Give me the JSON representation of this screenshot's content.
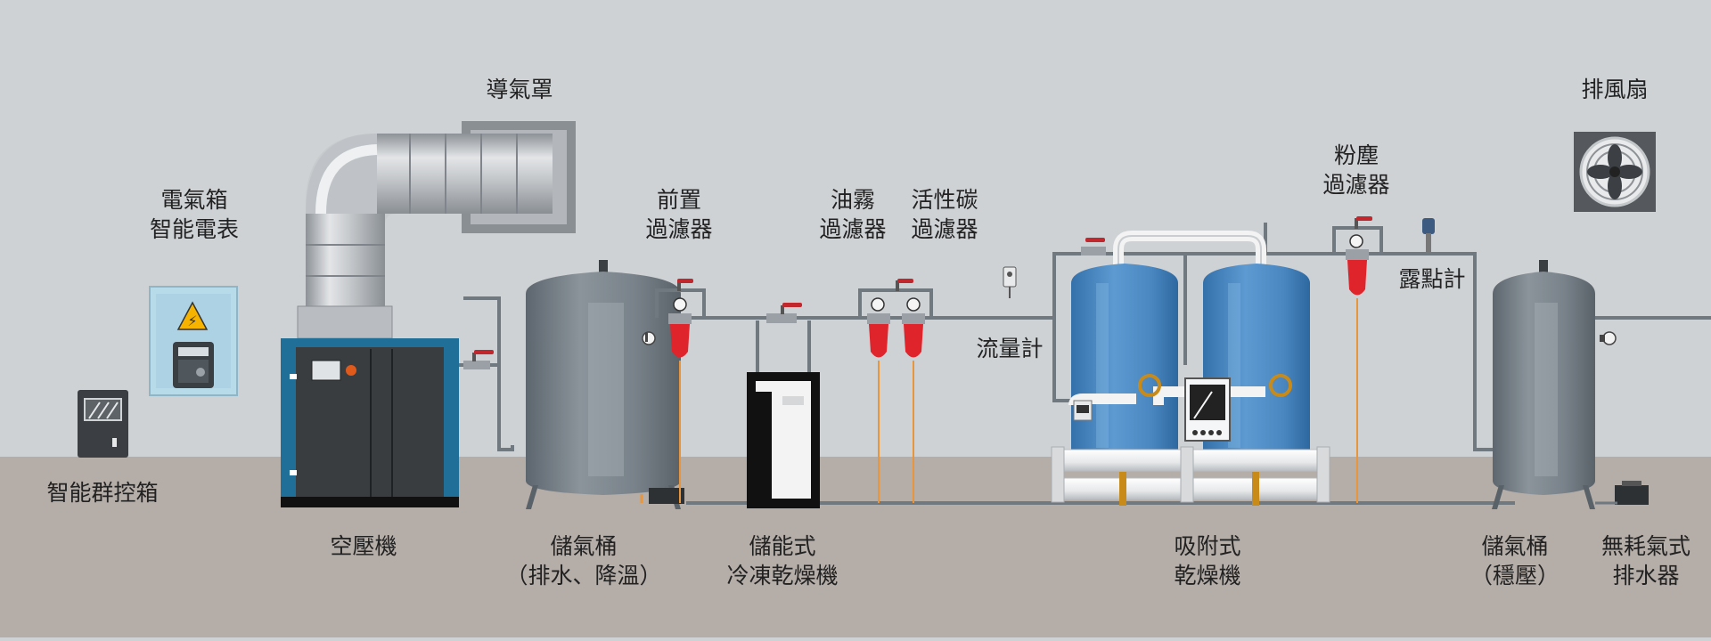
{
  "labels": {
    "duct": "導氣罩",
    "fan": "排風扇",
    "elec_box_1": "電氣箱",
    "elec_box_2": "智能電表",
    "group_ctrl": "智能群控箱",
    "compressor": "空壓機",
    "tank1_1": "儲氣桶",
    "tank1_2": "（排水、降溫）",
    "pre_filter_1": "前置",
    "pre_filter_2": "過濾器",
    "oil_filter_1": "油霧",
    "oil_filter_2": "過濾器",
    "carbon_filter_1": "活性碳",
    "carbon_filter_2": "過濾器",
    "dryer1_1": "儲能式",
    "dryer1_2": "冷凍乾燥機",
    "flowmeter": "流量計",
    "dust_filter_1": "粉塵",
    "dust_filter_2": "過濾器",
    "dewpoint": "露點計",
    "adsorb_1": "吸附式",
    "adsorb_2": "乾燥機",
    "tank2_1": "儲氣桶",
    "tank2_2": "（穩壓）",
    "drain_1": "無耗氣式",
    "drain_2": "排水器"
  },
  "colors": {
    "wall": "#cfd2d5",
    "floor": "#b5ada8",
    "filter_red": "#e0242c",
    "valve_red": "#c1272d",
    "tank_gray": "#7d868e",
    "vessel_blue": "#4a86c0",
    "compressor_teal": "#1f6f99",
    "drain_line": "#e8953c"
  }
}
